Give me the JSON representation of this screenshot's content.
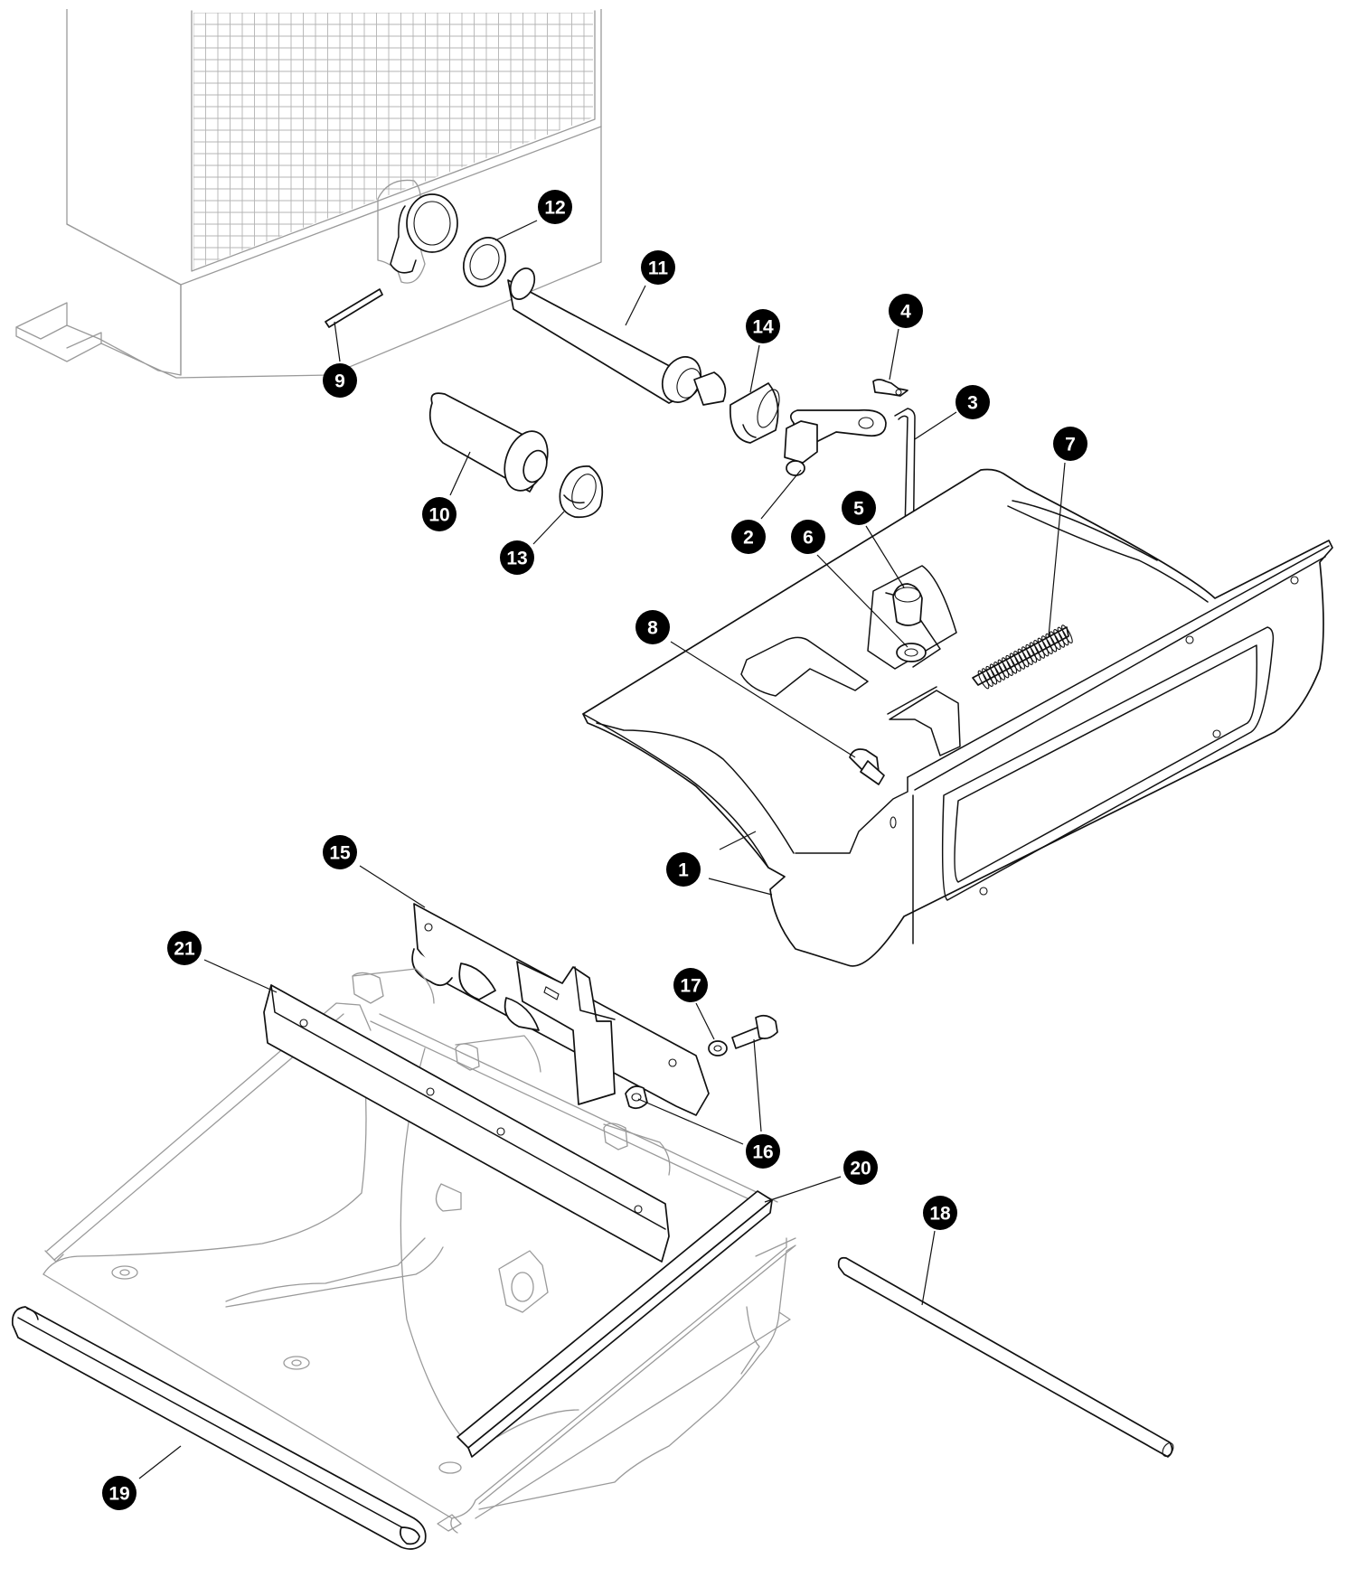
{
  "diagram": {
    "callouts": [
      {
        "label": "1"
      },
      {
        "label": "1"
      },
      {
        "label": "2"
      },
      {
        "label": "3"
      },
      {
        "label": "4"
      },
      {
        "label": "5"
      },
      {
        "label": "6"
      },
      {
        "label": "7"
      },
      {
        "label": "8"
      },
      {
        "label": "9"
      },
      {
        "label": "10"
      },
      {
        "label": "11"
      },
      {
        "label": "12"
      },
      {
        "label": "13"
      },
      {
        "label": "14"
      },
      {
        "label": "15"
      },
      {
        "label": "16"
      },
      {
        "label": "16"
      },
      {
        "label": "17"
      },
      {
        "label": "18"
      },
      {
        "label": "19"
      },
      {
        "label": "20"
      },
      {
        "label": "21"
      }
    ],
    "colors": {
      "line": "#111111",
      "faint": "#9a9a9a",
      "callout": "#000000"
    }
  }
}
